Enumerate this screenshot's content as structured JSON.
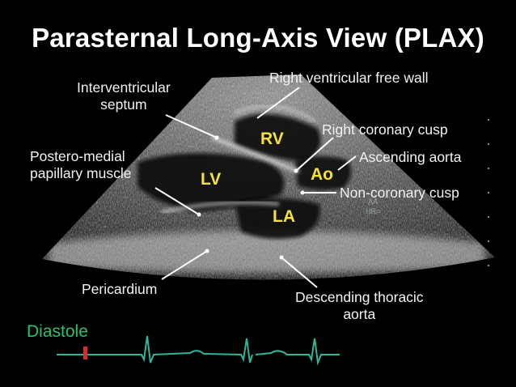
{
  "title": "Parasternal Long-Axis View (PLAX)",
  "labels": {
    "interventricular_septum": [
      "Interventricular",
      "septum"
    ],
    "rv_free_wall": "Right ventricular free wall",
    "right_coronary_cusp": "Right coronary cusp",
    "ascending_aorta": "Ascending aorta",
    "non_coronary_cusp": "Non-coronary cusp",
    "papillary_muscle": [
      "Postero-medial",
      "papillary muscle"
    ],
    "pericardium": "Pericardium",
    "descending_aorta": [
      "Descending thoracic",
      "aorta"
    ]
  },
  "chambers": {
    "rv": "RV",
    "lv": "LV",
    "la": "LA",
    "ao": "Ao"
  },
  "overlay": {
    "small_box": "ÄÄ",
    "hr": "HR="
  },
  "phase": {
    "label": "Diastole",
    "label_color": "#29c26a",
    "ecg_color": "#2fb59a",
    "marker_color": "#e0282a"
  },
  "colors": {
    "chamber_label": "#f4e23a",
    "background": "#000000"
  }
}
